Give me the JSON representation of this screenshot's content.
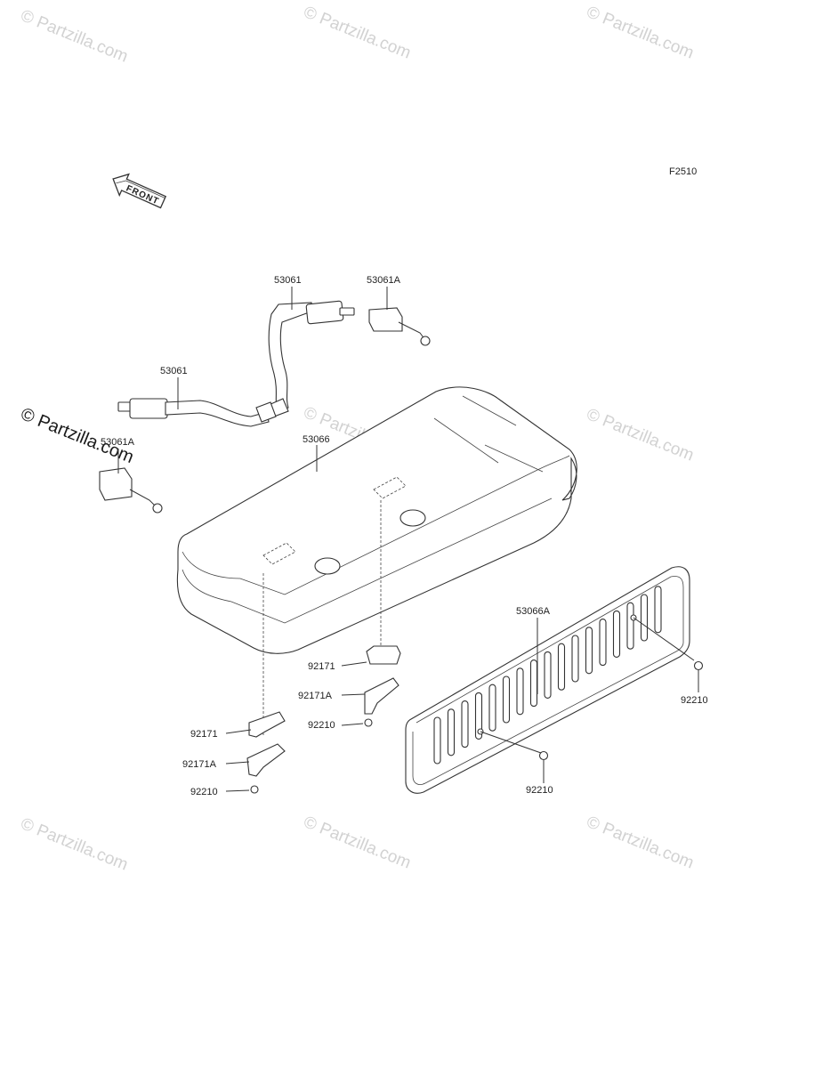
{
  "diagram_code": "F2510",
  "front_marker": "FRONT",
  "watermark": "© Partzilla.com",
  "labels": {
    "belt_upper": "53061",
    "buckle_upper": "53061A",
    "belt_lower": "53061",
    "buckle_lower": "53061A",
    "seat": "53066",
    "seat_back": "53066A",
    "bracket_center": "92171",
    "bracket_a_center": "92171A",
    "nut_center": "92210",
    "bracket_left": "92171",
    "bracket_a_left": "92171A",
    "nut_left": "92210",
    "nut_back_right": "92210",
    "nut_back_lower": "92210"
  }
}
